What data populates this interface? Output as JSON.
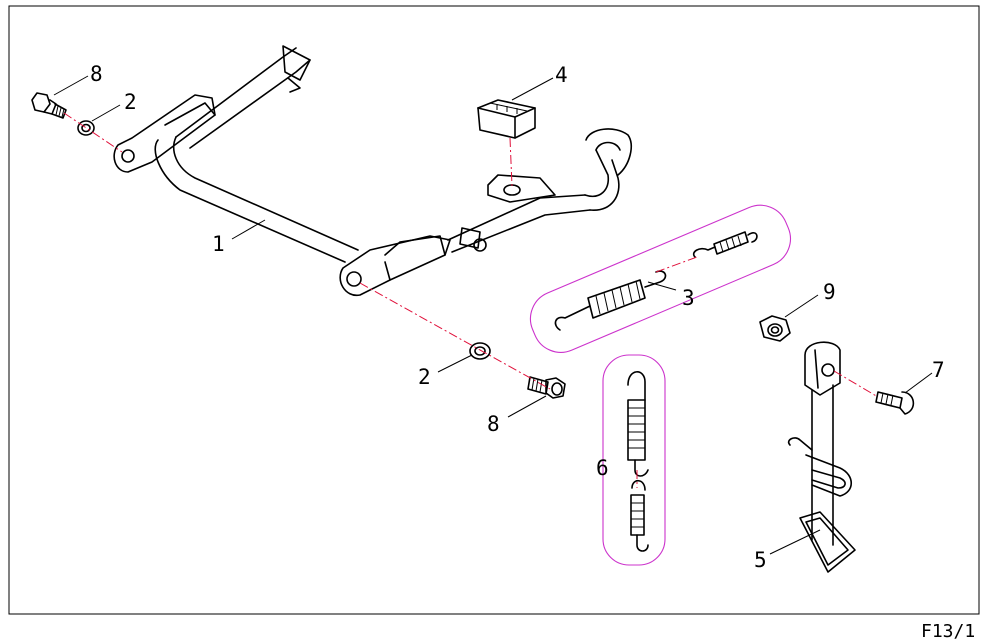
{
  "callouts": {
    "c1": "1",
    "c2a": "2",
    "c2b": "2",
    "c3": "3",
    "c4": "4",
    "c5": "5",
    "c6": "6",
    "c7": "7",
    "c8a": "8",
    "c8b": "8",
    "c9": "9"
  },
  "sheet_id": "F13/1",
  "colors": {
    "centerline": "#e0103a",
    "group_outline": "#cc33cc",
    "line": "#000000"
  }
}
